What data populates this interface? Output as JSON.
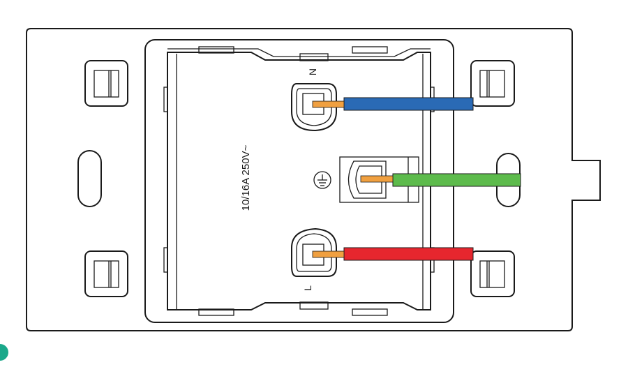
{
  "diagram": {
    "rating_label": "10/16A 250V~",
    "neutral_label": "N",
    "live_label": "L",
    "earth_symbol": "earth-ground-icon",
    "colors": {
      "neutral_wire": "#2a6ab5",
      "earth_wire": "#5dbb4c",
      "live_wire": "#e6262e",
      "conductor": "#f0a040",
      "accent_dot": "#1aa88a"
    }
  }
}
